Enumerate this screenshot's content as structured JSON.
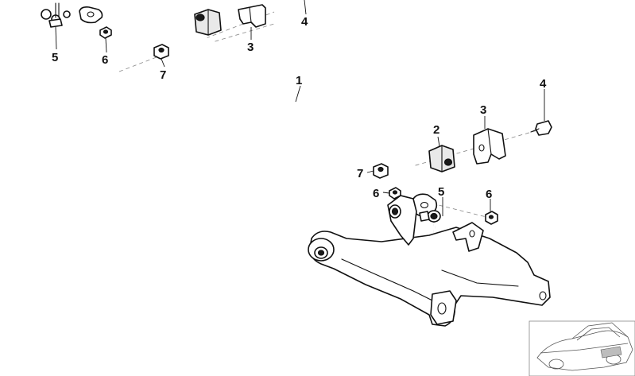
{
  "callouts": [
    {
      "id": "c1",
      "label": "1"
    },
    {
      "id": "c2",
      "label": "2"
    },
    {
      "id": "c3a",
      "label": "3"
    },
    {
      "id": "c3b",
      "label": "3"
    },
    {
      "id": "c4a",
      "label": "4"
    },
    {
      "id": "c4b",
      "label": "4"
    },
    {
      "id": "c5a",
      "label": "5"
    },
    {
      "id": "c5b",
      "label": "5"
    },
    {
      "id": "c6a",
      "label": "6"
    },
    {
      "id": "c6b",
      "label": "6"
    },
    {
      "id": "c6c",
      "label": "6"
    },
    {
      "id": "c7a",
      "label": "7"
    },
    {
      "id": "c7b",
      "label": "7"
    }
  ]
}
